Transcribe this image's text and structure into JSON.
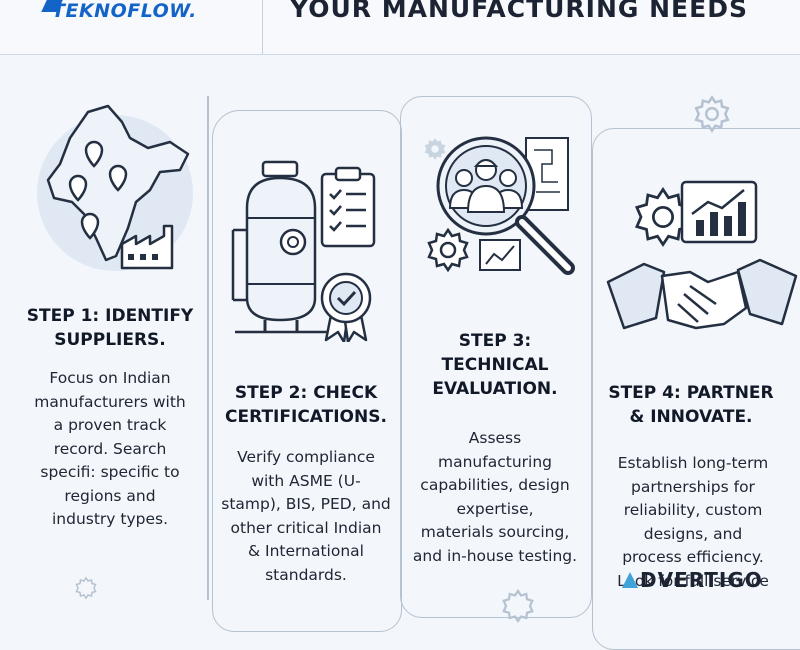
{
  "header": {
    "logo": "TEKNOFLOW.",
    "headline": "YOUR MANUFACTURING NEEDS"
  },
  "steps": [
    {
      "title_lines": [
        "STEP 1: IDENTIFY",
        "SUPPLIERS."
      ],
      "desc_lines": [
        "Focus on Indian",
        "manufacturers with",
        "a proven track",
        "record. Search",
        "specifi: specific to",
        "regions and",
        "industry types."
      ]
    },
    {
      "title_lines": [
        "STEP 2: CHECK",
        "CERTIFICATIONS."
      ],
      "desc_lines": [
        "Verify compliance",
        "with ASME (U-",
        "stamp), BIS, PED, and",
        "other critical Indian",
        "& International",
        "standards."
      ]
    },
    {
      "title_lines": [
        "STEP 3:",
        "TECHNICAL",
        "EVALUATION."
      ],
      "desc_lines": [
        "Assess",
        "manufacturing",
        "capabilities, design",
        "expertise,",
        "materials sourcing,",
        "and in-house testing."
      ]
    },
    {
      "title_lines": [
        "STEP 4: PARTNER",
        "& INNOVATE."
      ],
      "desc_lines": [
        "Establish long-term",
        "partnerships for",
        "reliability, custom",
        "designs, and",
        "process efficiency.",
        "Look for full service"
      ]
    }
  ],
  "watermark": {
    "text": "DVERTIGO"
  },
  "icons": [
    "map-icon",
    "factory-icon",
    "tank-icon",
    "checklist-icon",
    "badge-icon",
    "magnifier-team-icon",
    "gear-icon",
    "blueprint-icon",
    "handshake-icon",
    "chart-icon"
  ]
}
